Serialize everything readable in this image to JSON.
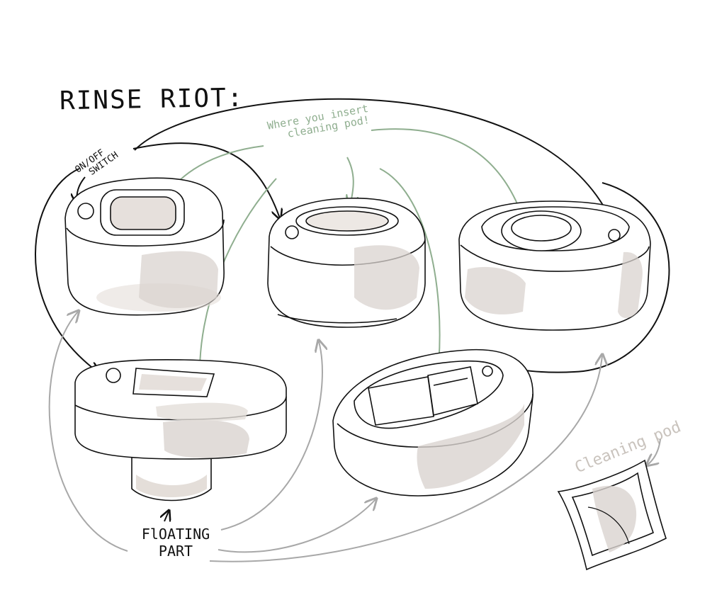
{
  "title": "RINSE RIOT:",
  "labels": {
    "onoff_line1": "ON/OFF",
    "onoff_line2": "SWITCH",
    "insert_line1": "Where you insert",
    "insert_line2": "cleaning pod!",
    "floating_line1": "FlOATING",
    "floating_line2": "PART",
    "pod_label": "Cleaning pod"
  },
  "colors": {
    "ink": "#111111",
    "green_annotation": "#8fae8f",
    "grey_flow": "#a8a8a8",
    "shade": "#d9d3cf",
    "pod_label": "#c9c3bd"
  }
}
